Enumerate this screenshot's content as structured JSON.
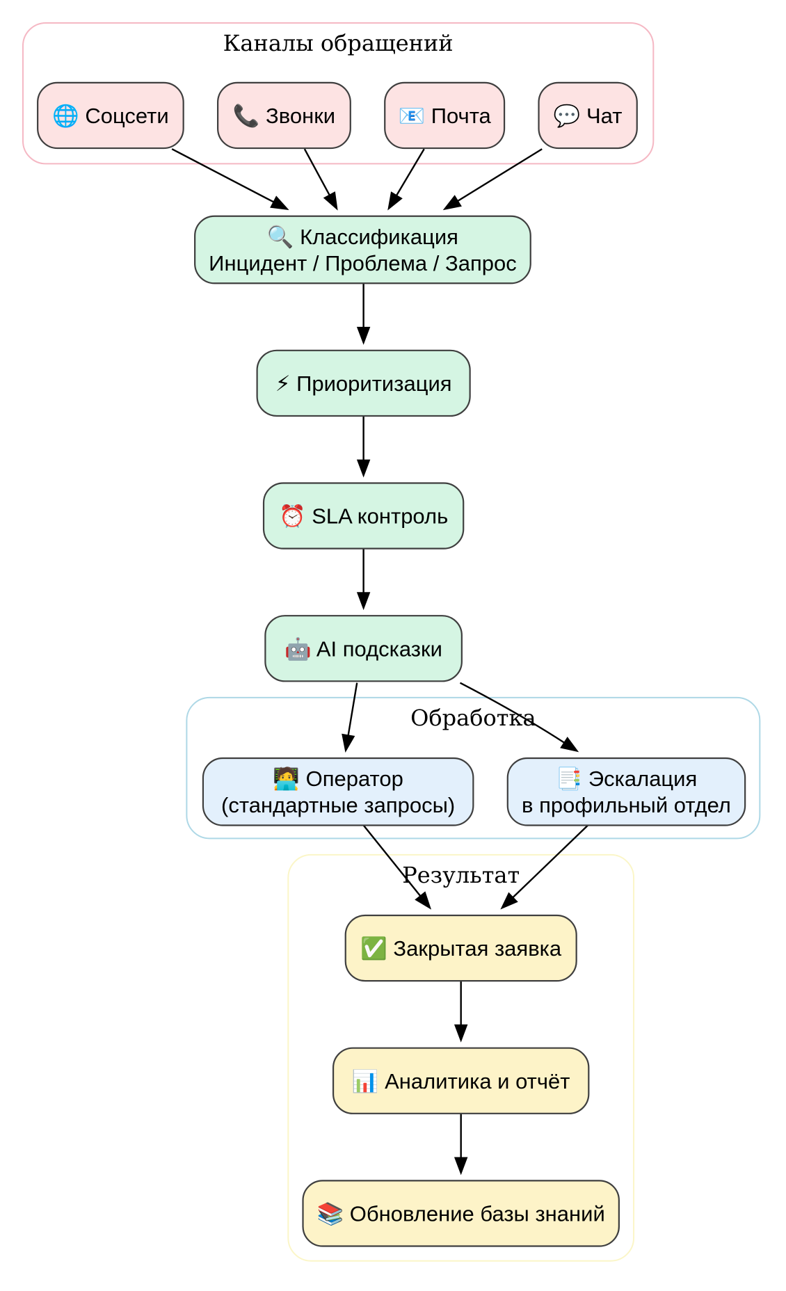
{
  "clusters": {
    "channels": {
      "label": "Каналы обращений",
      "stroke": "#f5b8c4"
    },
    "processing": {
      "label": "Обработка",
      "stroke": "#aed8e6"
    },
    "result": {
      "label": "Результат",
      "stroke": "#fbf6c8"
    }
  },
  "nodes": {
    "social": {
      "text": [
        "🌐  Соцсети"
      ],
      "fill": "#fde3e3",
      "icon": "globe-icon"
    },
    "calls": {
      "text": [
        "📞  Звонки"
      ],
      "fill": "#fde3e3",
      "icon": "phone-icon"
    },
    "mail": {
      "text": [
        "📧  Почта"
      ],
      "fill": "#fde3e3",
      "icon": "email-icon"
    },
    "chat": {
      "text": [
        "💬  Чат"
      ],
      "fill": "#fde3e3",
      "icon": "speech-bubble-icon"
    },
    "classify": {
      "text": [
        "🔍  Классификация",
        "Инцидент / Проблема / Запрос"
      ],
      "fill": "#d5f5e3",
      "icon": "magnifier-icon"
    },
    "priority": {
      "text": [
        "⚡  Приоритизация"
      ],
      "fill": "#d5f5e3",
      "icon": "lightning-icon"
    },
    "sla": {
      "text": [
        "⏰  SLA контроль"
      ],
      "fill": "#d5f5e3",
      "icon": "alarm-clock-icon"
    },
    "ai": {
      "text": [
        "🤖  AI подсказки"
      ],
      "fill": "#d5f5e3",
      "icon": "robot-icon"
    },
    "operator": {
      "text": [
        "🧑‍💻  Оператор",
        "(стандартные запросы)"
      ],
      "fill": "#e3f0fc",
      "icon": "technologist-icon"
    },
    "escalation": {
      "text": [
        "📑  Эскалация",
        "в профильный отдел"
      ],
      "fill": "#e3f0fc",
      "icon": "document-icon"
    },
    "closed": {
      "text": [
        "✅  Закрытая заявка"
      ],
      "fill": "#fdf3c8",
      "icon": "check-mark-icon"
    },
    "analytics": {
      "text": [
        "📊  Аналитика и отчёт"
      ],
      "fill": "#fdf3c8",
      "icon": "bar-chart-icon"
    },
    "kb": {
      "text": [
        "📚  Обновление базы знаний"
      ],
      "fill": "#fdf3c8",
      "icon": "books-icon"
    }
  },
  "edges": [
    [
      "social",
      "classify"
    ],
    [
      "calls",
      "classify"
    ],
    [
      "mail",
      "classify"
    ],
    [
      "chat",
      "classify"
    ],
    [
      "classify",
      "priority"
    ],
    [
      "priority",
      "sla"
    ],
    [
      "sla",
      "ai"
    ],
    [
      "ai",
      "operator"
    ],
    [
      "ai",
      "escalation"
    ],
    [
      "operator",
      "closed"
    ],
    [
      "escalation",
      "closed"
    ],
    [
      "closed",
      "analytics"
    ],
    [
      "analytics",
      "kb"
    ]
  ]
}
